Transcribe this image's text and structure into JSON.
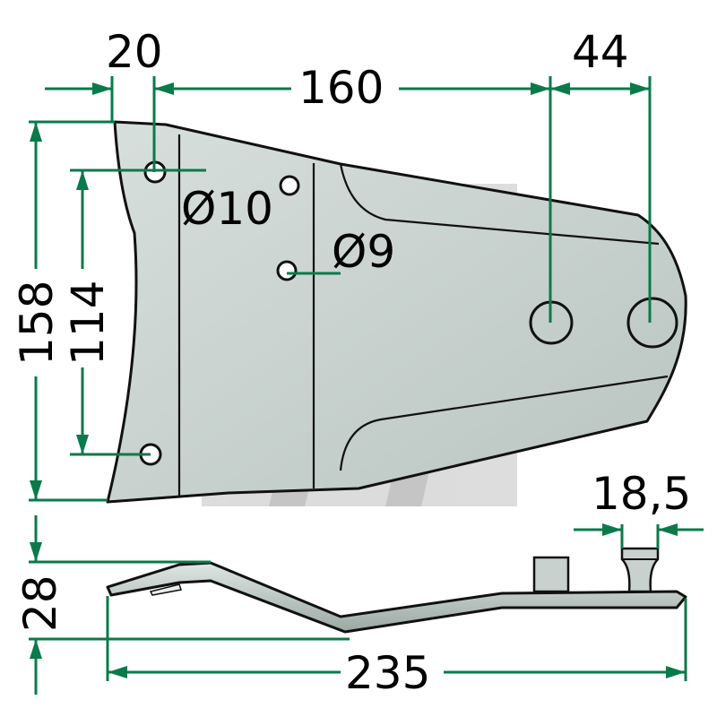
{
  "drawing": {
    "dimensions": {
      "top_left_width": "20",
      "hole_span": "160",
      "right_hole_span": "44",
      "total_height": "158",
      "hole_height": "114",
      "large_hole_dia": "Ø10",
      "small_hole_dia": "Ø9",
      "stud_width": "18,5",
      "side_height": "28",
      "total_length": "235"
    },
    "colors": {
      "dimension_line": "#0a7a4a",
      "part_fill": "#c6d0cd",
      "watermark": "#d9d9d9",
      "outline": "#111111"
    }
  }
}
